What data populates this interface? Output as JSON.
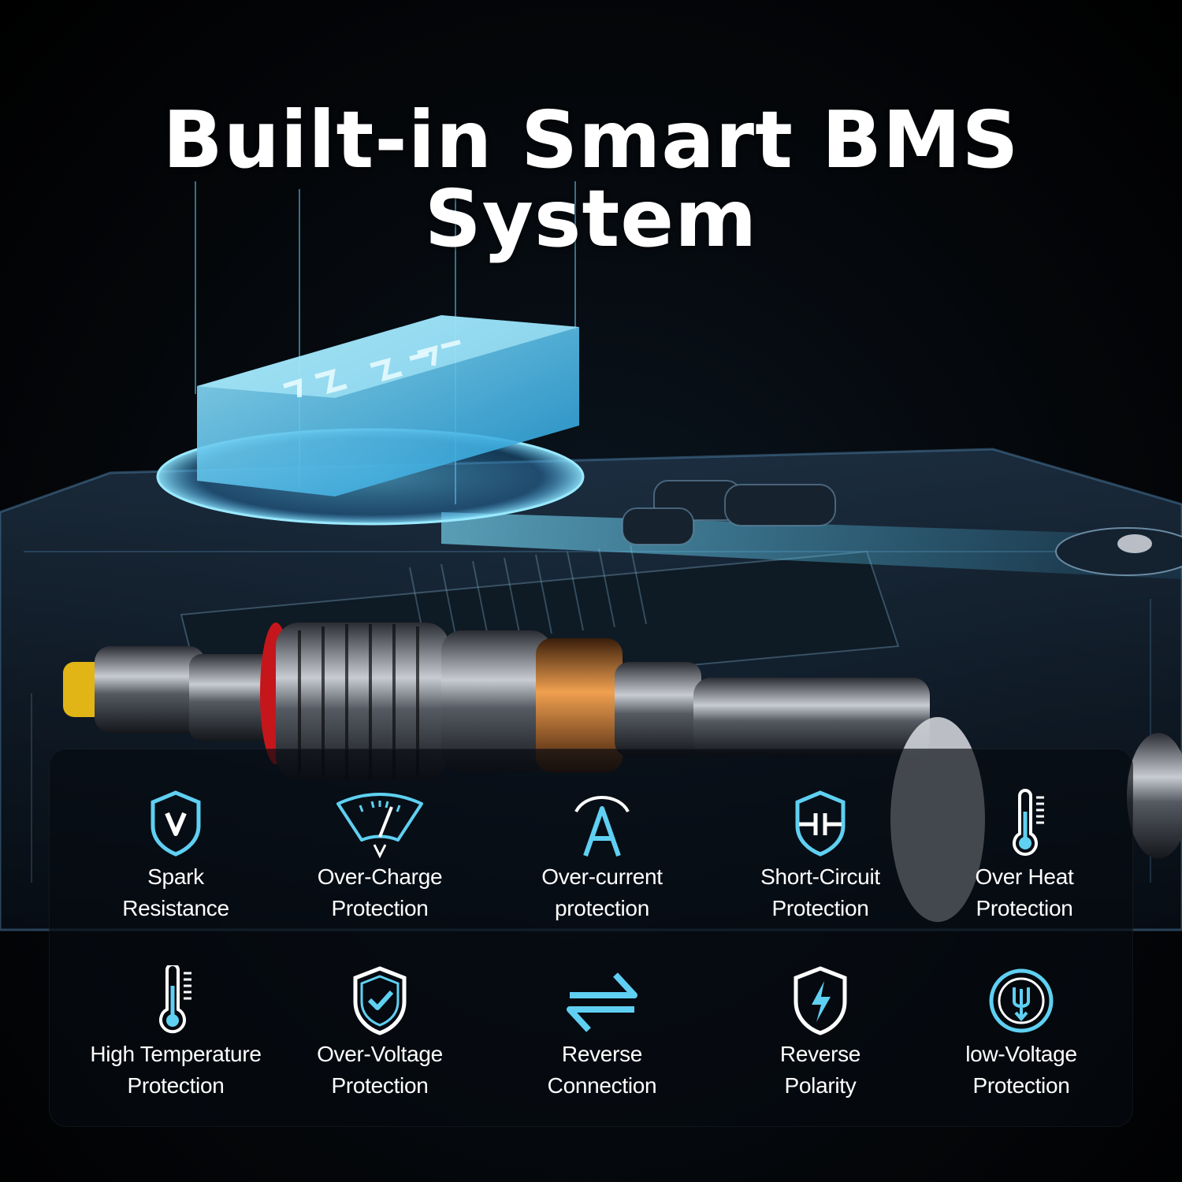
{
  "headline": "Built-in Smart BMS System",
  "accent_color": "#5fd0f2",
  "features": [
    {
      "icon": "v-shield-icon",
      "line1": "Spark",
      "line2": "Resistance"
    },
    {
      "icon": "voltmeter-gauge-icon",
      "line1": "Over-Charge",
      "line2": "Protection"
    },
    {
      "icon": "ampere-icon",
      "line1": "Over-current",
      "line2": "protection"
    },
    {
      "icon": "capacitor-shield-icon",
      "line1": "Short-Circuit",
      "line2": "Protection"
    },
    {
      "icon": "thermometer-icon",
      "line1": "Over Heat",
      "line2": "Protection"
    },
    {
      "icon": "thermometer-icon",
      "line1": "High Temperature",
      "line2": "Protection"
    },
    {
      "icon": "check-shield-icon",
      "line1": "Over-Voltage",
      "line2": "Protection"
    },
    {
      "icon": "reverse-arrows-icon",
      "line1": "Reverse",
      "line2": "Connection"
    },
    {
      "icon": "lightning-shield-icon",
      "line1": "Reverse",
      "line2": "Polarity"
    },
    {
      "icon": "low-voltage-icon",
      "line1": "low-Voltage",
      "line2": "Protection"
    }
  ]
}
